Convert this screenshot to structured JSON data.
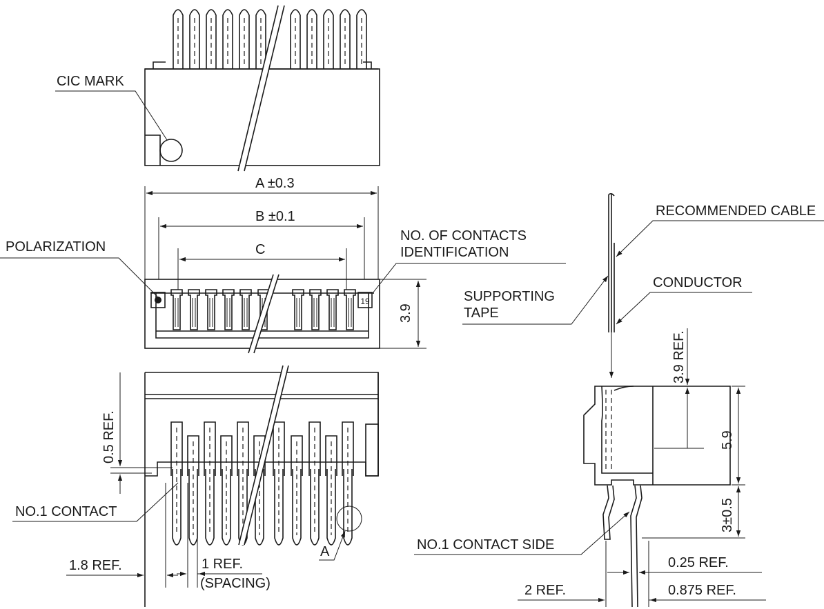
{
  "labels": {
    "cic_mark": "CIC MARK",
    "dim_a": "A ±0.3",
    "dim_b": "B ±0.1",
    "dim_c": "C",
    "polarization": "POLARIZATION",
    "contacts_id_line1": "NO. OF CONTACTS",
    "contacts_id_line2": "IDENTIFICATION",
    "id_number": "19",
    "dim_3_9": "3.9",
    "dim_0_5_ref": "0.5 REF.",
    "no1_contact": "NO.1 CONTACT",
    "dim_1_8_ref": "1.8 REF.",
    "dim_1_ref": "1 REF.",
    "spacing": "(SPACING)",
    "detail_a": "A",
    "recommended_cable": "RECOMMENDED CABLE",
    "conductor": "CONDUCTOR",
    "supporting_tape_line1": "SUPPORTING",
    "supporting_tape_line2": "TAPE",
    "dim_3_9_ref": "3.9 REF.",
    "dim_5_9": "5.9",
    "dim_3_pm_0_5": "3±0.5",
    "no1_contact_side": "NO.1 CONTACT SIDE",
    "dim_0_25_ref": "0.25 REF.",
    "dim_2_ref": "2 REF.",
    "dim_0_875_ref": "0.875 REF."
  }
}
